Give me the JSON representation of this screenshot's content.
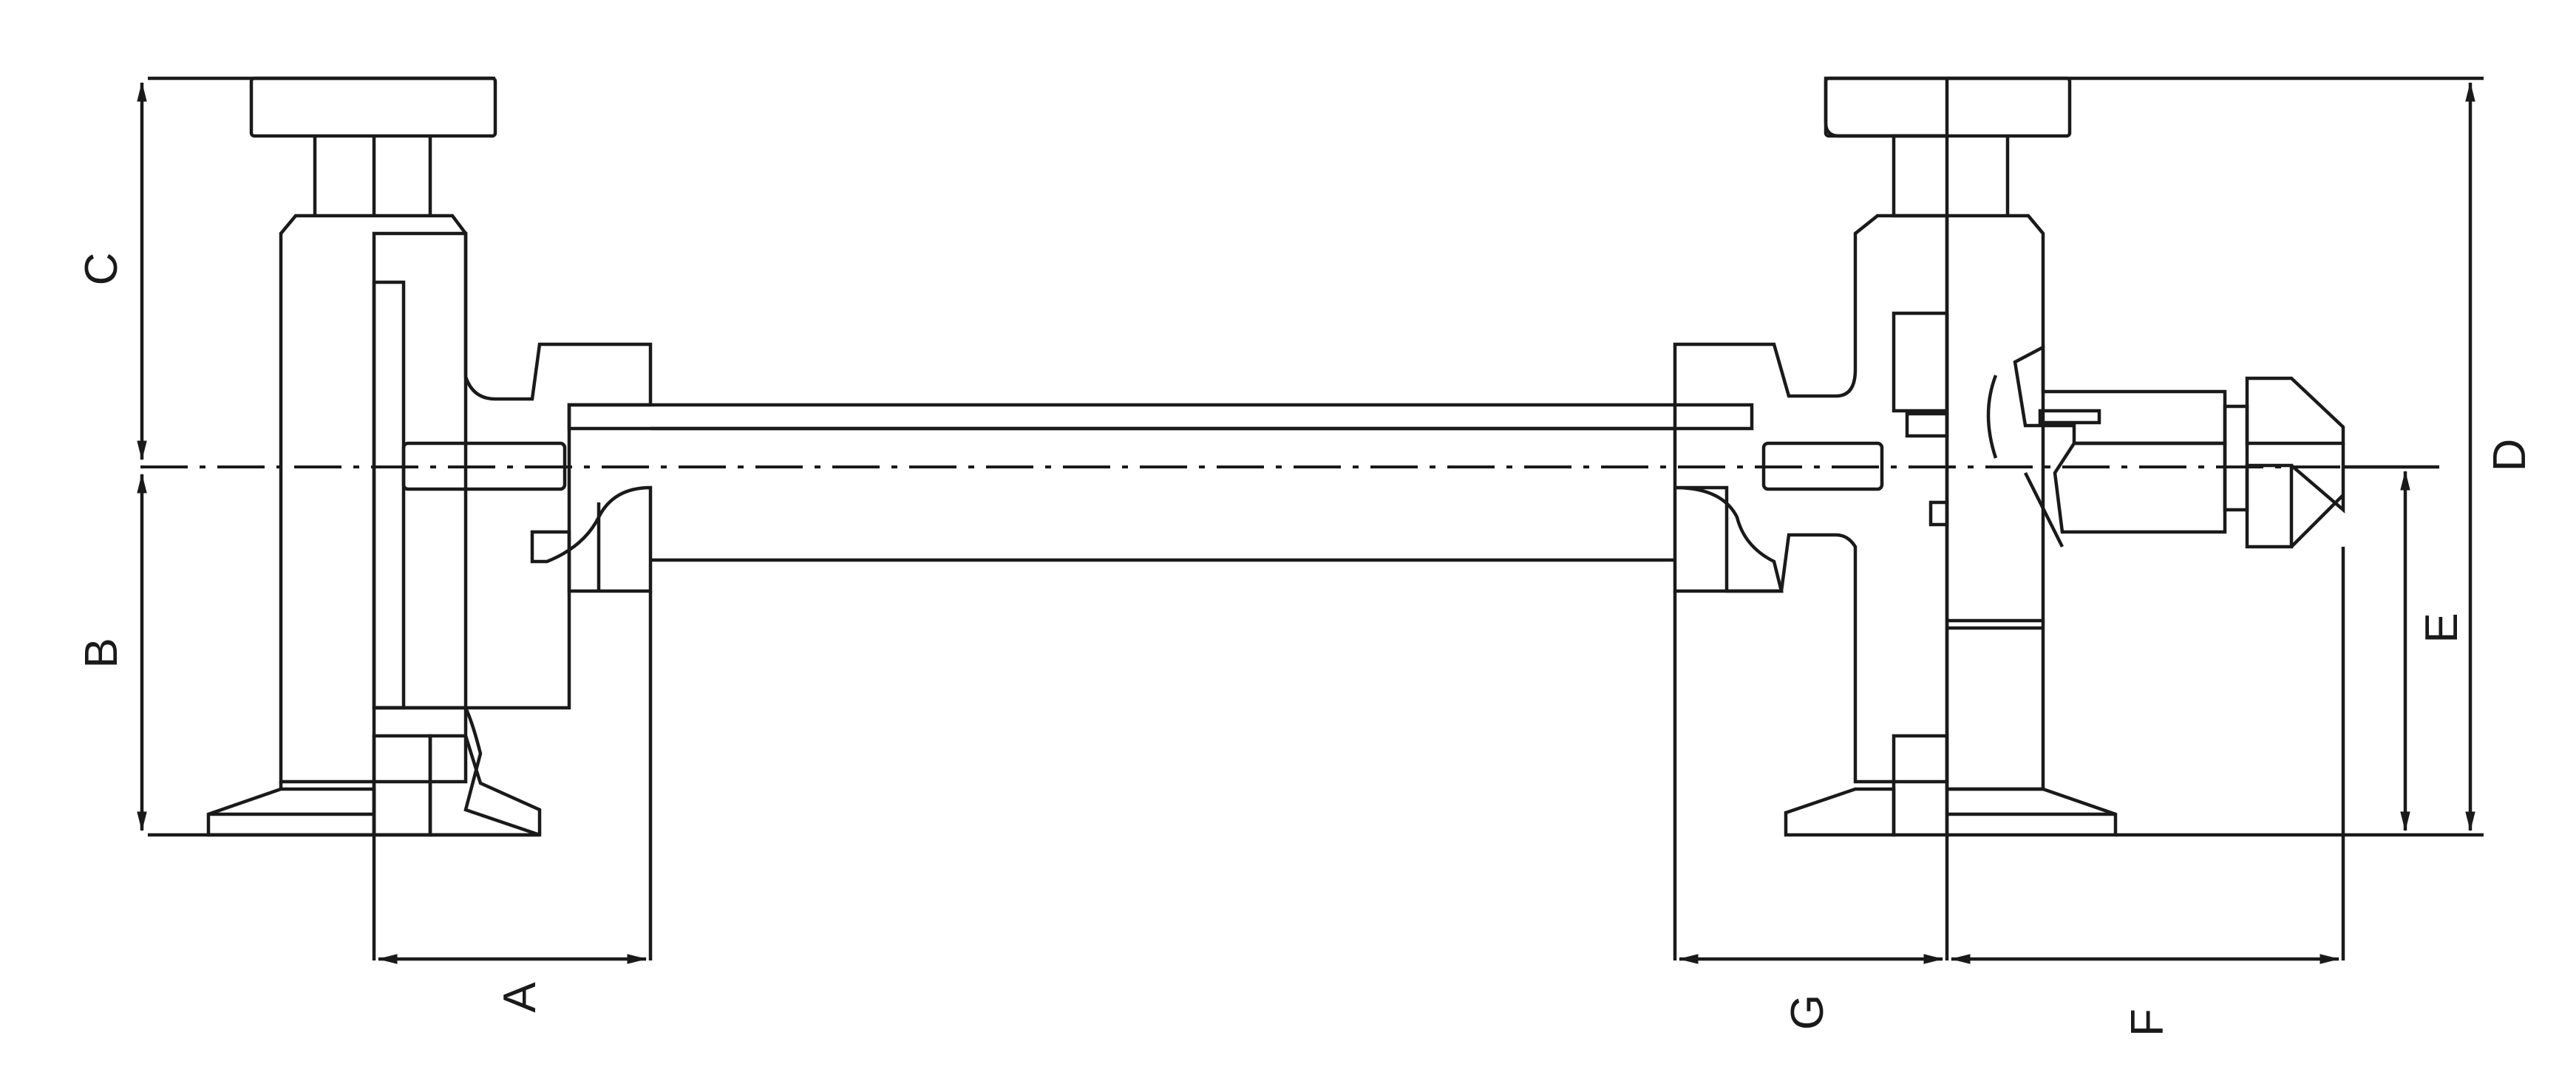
{
  "dimension_labels": {
    "a": "A",
    "b": "B",
    "c": "C",
    "d": "D",
    "e": "E",
    "f": "F",
    "g": "G"
  },
  "colors": {
    "ink": "#1a1a1a",
    "background": "#ffffff"
  }
}
